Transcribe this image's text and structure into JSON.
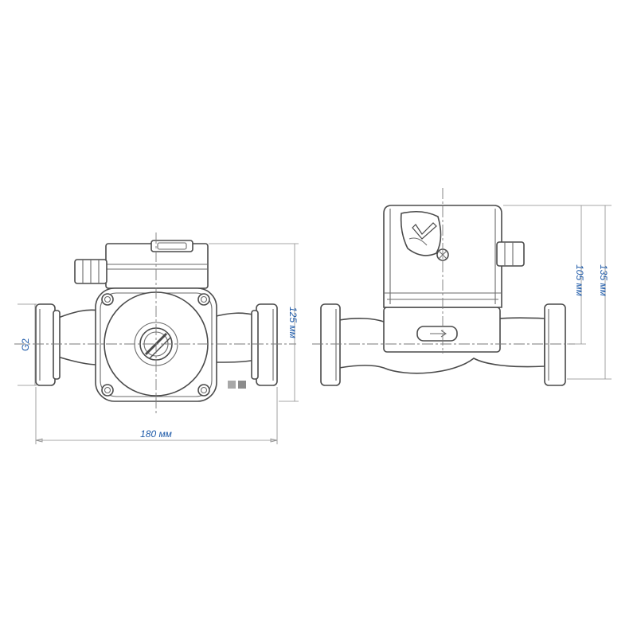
{
  "dimensions": {
    "length": "180 мм",
    "height_front": "125 мм",
    "height_body": "105 мм",
    "height_total": "135 мм",
    "thread": "G2"
  },
  "colors": {
    "outline": "#4a4a4a",
    "dimension_text": "#1e5aa8",
    "swatch_1": "#a8a8a8",
    "swatch_2": "#8c8c8c"
  }
}
